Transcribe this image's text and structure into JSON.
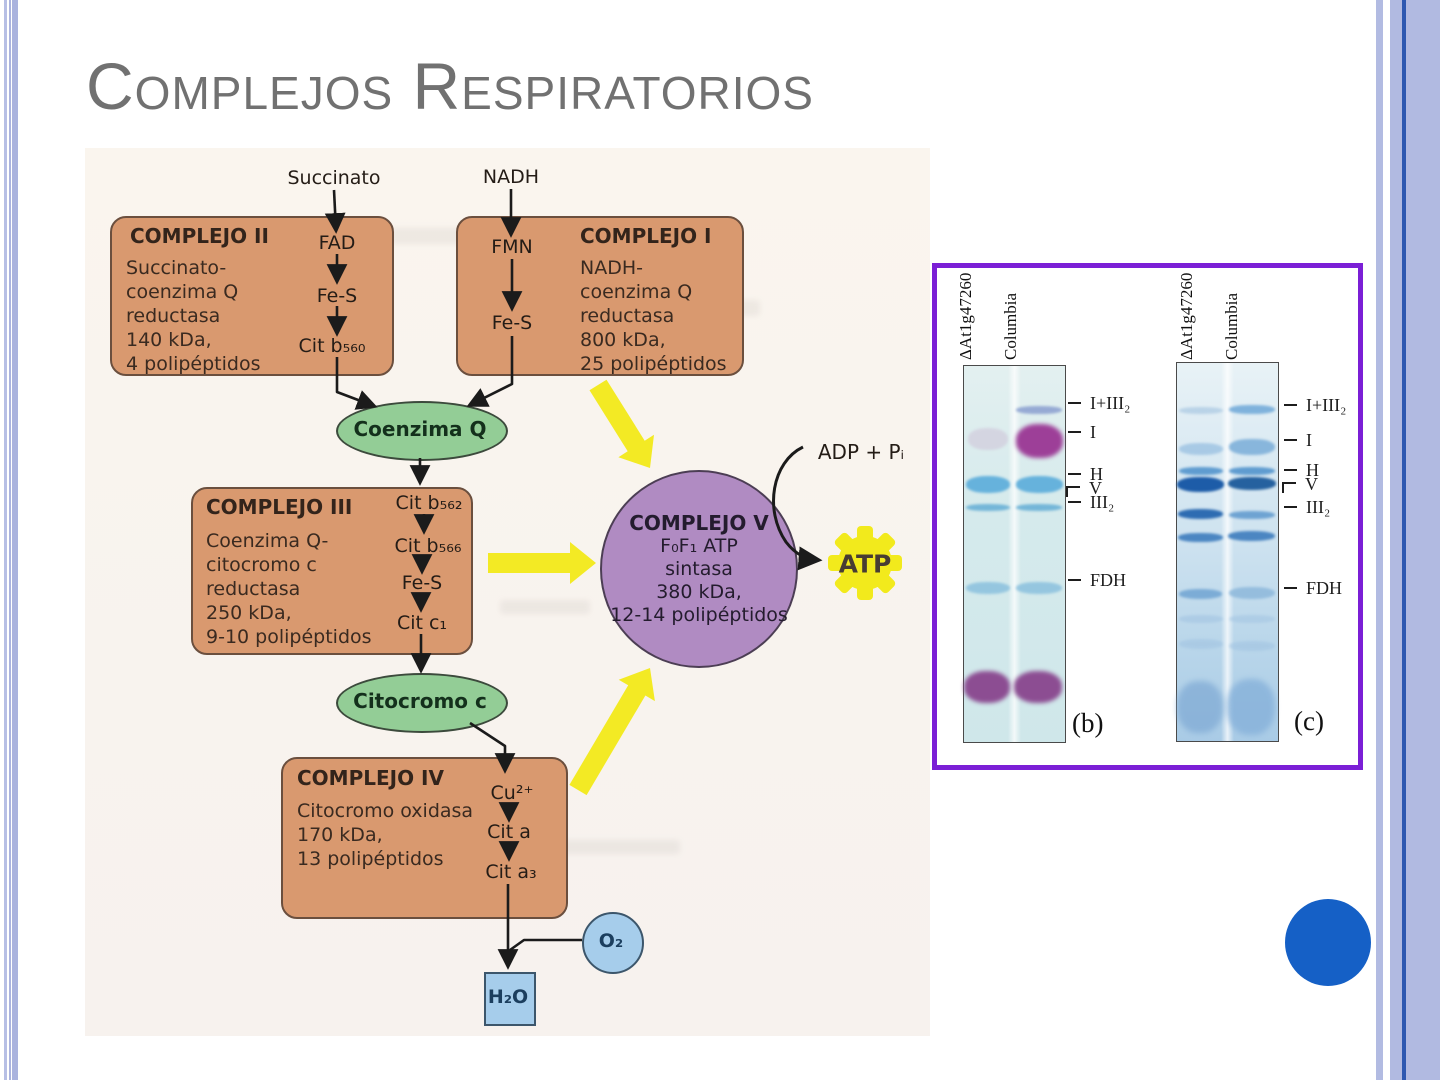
{
  "slide": {
    "title": "Complejos Respiratorios"
  },
  "diagram": {
    "inputs": {
      "succinato": "Succinato",
      "nadh": "NADH"
    },
    "complejo_ii": {
      "title": "COMPLEJO II",
      "description": "Succinato-\ncoenzima Q\nreductasa\n140 kDa,\n4 polipéptidos",
      "chain": [
        "FAD",
        "Fe-S",
        "Cit b₅₆₀"
      ]
    },
    "complejo_i": {
      "title": "COMPLEJO I",
      "description": "NADH-\ncoenzima Q\nreductasa\n800 kDa,\n25 polipéptidos",
      "chain": [
        "FMN",
        "Fe-S"
      ]
    },
    "coenzima_q": "Coenzima Q",
    "complejo_iii": {
      "title": "COMPLEJO III",
      "description": "Coenzima Q-\ncitocromo c\nreductasa\n250 kDa,\n9-10 polipéptidos",
      "chain": [
        "Cit b₅₆₂",
        "Cit b₅₆₆",
        "Fe-S",
        "Cit c₁"
      ]
    },
    "citocromo_c": "Citocromo c",
    "complejo_iv": {
      "title": "COMPLEJO IV",
      "description": "Citocromo oxidasa\n170 kDa,\n13 polipéptidos",
      "chain": [
        "Cu²⁺",
        "Cit a",
        "Cit a₃"
      ]
    },
    "complejo_v": [
      "COMPLEJO V",
      "F₀F₁ ATP",
      "sintasa",
      "380 kDa,",
      "12-14 polipéptidos"
    ],
    "adp_pi": "ADP + Pᵢ",
    "atp": "ATP",
    "o2": "O₂",
    "h2o": "H₂O"
  },
  "gel_figure": {
    "lane_labels": [
      "ΔAt1g47260",
      "Columbia"
    ],
    "band_labels": [
      "I+III₂",
      "I",
      "H",
      "V",
      "III₂",
      "FDH"
    ],
    "panel_labels": {
      "b": "(b)",
      "c": "(c)"
    }
  },
  "colors": {
    "stripe_periwinkle": "#aab3de",
    "stripe_dark_blue": "#2e58b0",
    "title_gray": "#717171",
    "box_salmon": "#d9996f",
    "ellipse_green": "#93cd96",
    "circle_purple": "#b08bc2",
    "arrow_yellow": "#f3ea24",
    "gel_border_purple": "#7b1fd6",
    "bullet_blue": "#1560c6"
  }
}
